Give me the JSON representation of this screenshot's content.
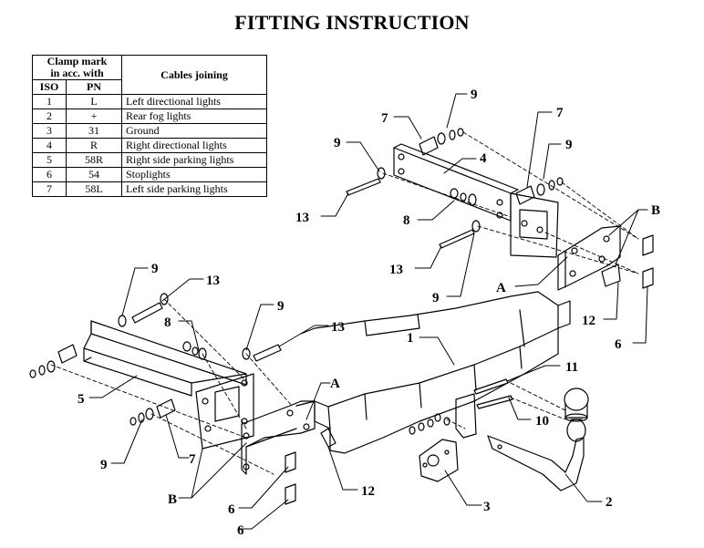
{
  "title": "FITTING INSTRUCTION",
  "table": {
    "header_mark": "Clamp mark in acc. with",
    "header_mark_line1": "Clamp mark",
    "header_mark_line2": "in acc. with",
    "header_cables": "Cables joining",
    "col_iso": "ISO",
    "col_pn": "PN",
    "rows": [
      {
        "iso": "1",
        "pn": "L",
        "cable": "Left directional lights"
      },
      {
        "iso": "2",
        "pn": "+",
        "cable": "Rear fog lights"
      },
      {
        "iso": "3",
        "pn": "31",
        "cable": "Ground"
      },
      {
        "iso": "4",
        "pn": "R",
        "cable": "Right directional lights"
      },
      {
        "iso": "5",
        "pn": "58R",
        "cable": "Right side parking lights"
      },
      {
        "iso": "6",
        "pn": "54",
        "cable": "Stoplights"
      },
      {
        "iso": "7",
        "pn": "58L",
        "cable": "Left side parking lights"
      }
    ]
  },
  "callouts": {
    "c9_top": "9",
    "c7_top_left": "7",
    "c7_top_right": "7",
    "c9_upper_left": "9",
    "c4": "4",
    "c9_right": "9",
    "c13_upper": "13",
    "c8_upper": "8",
    "cB_right": "B",
    "c13_mid": "13",
    "cA_right": "A",
    "c9_mid": "9",
    "c12_right": "12",
    "c6_right": "6",
    "c9_left_top": "9",
    "c13_left_top": "13",
    "c8_left": "8",
    "c9_left_mid": "9",
    "c13_left_mid": "13",
    "c1": "1",
    "c5": "5",
    "cA_left": "A",
    "c11": "11",
    "c10": "10",
    "c9_bottom_left": "9",
    "c7_bottom": "7",
    "c12_bottom": "12",
    "cB_left": "B",
    "c6_left_a": "6",
    "c6_left_b": "6",
    "c3": "3",
    "c2": "2"
  }
}
